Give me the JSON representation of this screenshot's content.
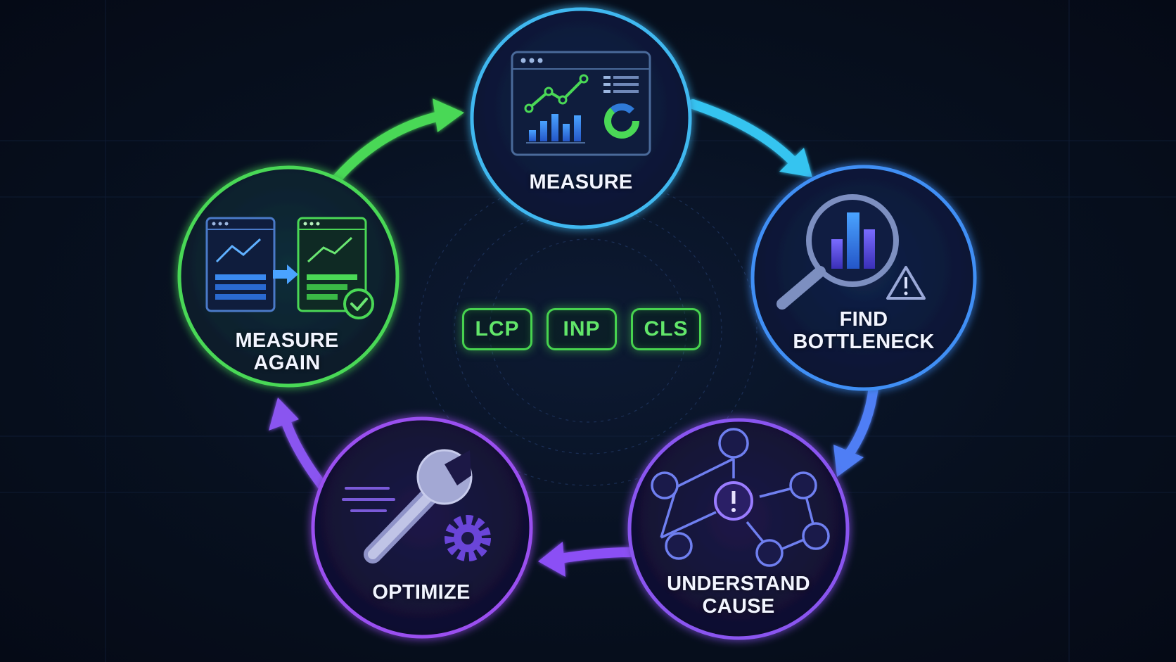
{
  "steps": {
    "measure": {
      "label": "MEASURE",
      "color": "#3fb8f0",
      "icon": "dashboard-chart-icon"
    },
    "find_bottleneck": {
      "line1": "FIND",
      "line2": "BOTTLENECK",
      "color": "#3f8ff5",
      "icon": "magnifier-chart-warning-icon"
    },
    "understand_cause": {
      "line1": "UNDERSTAND",
      "line2": "CAUSE",
      "color": "#8a55f0",
      "icon": "dependency-graph-icon"
    },
    "optimize": {
      "label": "OPTIMIZE",
      "color": "#9a4ff0",
      "icon": "wrench-gear-icon"
    },
    "measure_again": {
      "line1": "MEASURE",
      "line2": "AGAIN",
      "color": "#4ad856",
      "icon": "before-after-dashboards-icon"
    }
  },
  "metrics": [
    "LCP",
    "INP",
    "CLS"
  ],
  "colors": {
    "background": "#07101f",
    "metric_green": "#47d34f"
  }
}
